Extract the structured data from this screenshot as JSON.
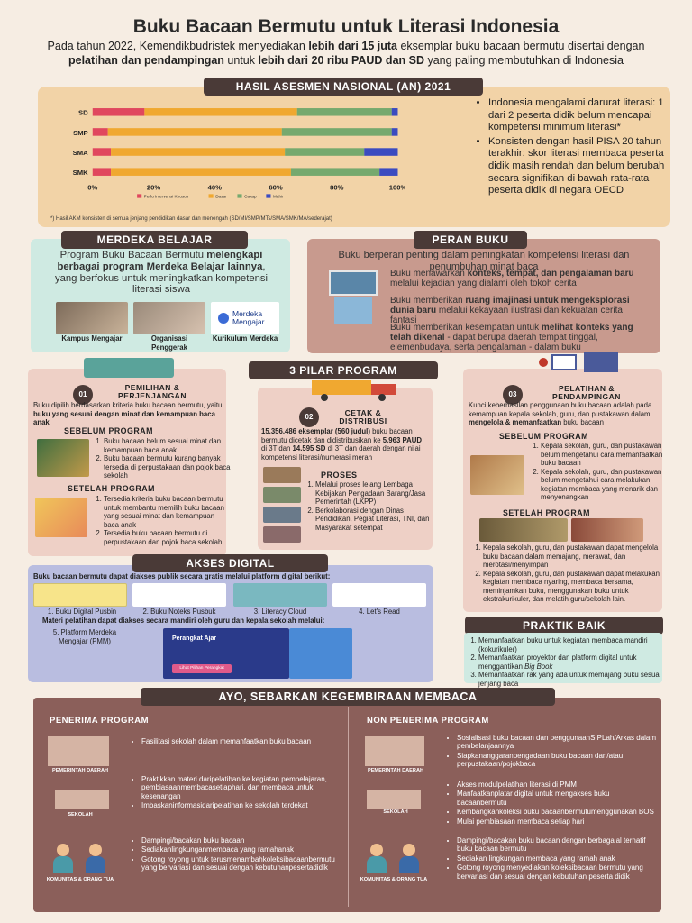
{
  "title": "Buku Bacaan Bermutu untuk Literasi Indonesia",
  "intro": {
    "p1": "Pada tahun 2022, Kemendikbudristek menyediakan ",
    "b1": "lebih dari 15 juta",
    "p2": " eksemplar buku bacaan bermutu disertai dengan ",
    "b2": "pelatihan dan pendampingan",
    "p3": " untuk ",
    "b3": "lebih dari 20 ribu PAUD dan SD",
    "p4": " yang paling membutuhkan di Indonesia"
  },
  "an": {
    "header": "HASIL ASESMEN NASIONAL (AN)  2021",
    "bullets": [
      "Indonesia mengalami darurat literasi: 1 dari 2 peserta didik belum mencapai kompetensi minimum literasi*",
      "Konsisten dengan hasil PISA 20 tahun terakhir: skor literasi membaca peserta didik masih rendah dan belum berubah secara signifikan di bawah rata-rata peserta didik di negara OECD"
    ],
    "footnote": "*) Hasil AKM konsisten di semua jenjang pendidikan dasar dan menengah (SD/MI/SMP/MTs/SMA/SMK/MA/sederajat)"
  },
  "chart_data": {
    "type": "bar",
    "orientation": "horizontal",
    "stacked": true,
    "categories": [
      "SD",
      "SMP",
      "SMA",
      "SMK"
    ],
    "series": [
      {
        "name": "Perlu Intervensi Khusus",
        "color": "#e0475e",
        "values": [
          17,
          5,
          6,
          6
        ]
      },
      {
        "name": "Dasar",
        "color": "#f0a830",
        "values": [
          50,
          57,
          57,
          59
        ]
      },
      {
        "name": "Cakap",
        "color": "#76a96e",
        "values": [
          31,
          36,
          26,
          29
        ]
      },
      {
        "name": "Mahir",
        "color": "#3b4bc0",
        "values": [
          2,
          2,
          11,
          6
        ]
      }
    ],
    "xticks": [
      "0%",
      "20%",
      "40%",
      "60%",
      "80%",
      "100%"
    ],
    "xlim": [
      0,
      100
    ]
  },
  "merdeka": {
    "header": "MERDEKA BELAJAR",
    "t1": "Program Buku Bacaan Bermutu ",
    "b1": "melengkapi berbagai program Merdeka Belajar lainnya",
    "t2": ", yang berfokus untuk meningkatkan kompetensi literasi siswa",
    "captions": [
      "Kampus Mengajar",
      "Organisasi Penggerak",
      "Kurikulum Merdeka"
    ],
    "logo_text": "Merdeka Mengajar"
  },
  "peran": {
    "header": "PERAN BUKU",
    "lead": "Buku berperan penting dalam peningkatan kompetensi literasi dan penumbuhan minat baca",
    "i1a": "Buku menawarkan ",
    "i1b": "konteks, tempat, dan pengalaman baru",
    "i1c": " melalui kejadian yang dialami oleh tokoh cerita",
    "i2a": "Buku memberikan ",
    "i2b": "ruang imajinasi untuk mengeksplorasi dunia baru",
    "i2c": " melalui kekayaan ilustrasi dan kekuatan cerita fantasi",
    "i3a": "Buku memberikan kesempatan untuk ",
    "i3b": "melihat konteks yang telah dikenal",
    "i3c": " - dapat berupa daerah tempat tinggal, elemenbudaya, serta pengalaman - dalam buku"
  },
  "pilar": {
    "header": "3 PILAR PROGRAM",
    "p1": {
      "num": "01",
      "title": "PEMILIHAN & PERJENJANGAN",
      "desc_a": "Buku dipilih berdasarkan kriteria buku bacaan bermutu, yaitu ",
      "desc_b": "buku yang sesuai dengan minat dan kemampuan baca anak",
      "sebelum": "SEBELUM PROGRAM",
      "sebelum_items": [
        "Buku bacaan belum sesuai minat dan kemampuan baca anak",
        "Buku bacaan bermutu kurang banyak tersedia di perpustakaan dan pojok baca sekolah"
      ],
      "setelah": "SETELAH PROGRAM",
      "setelah_items": [
        "Tersedia kriteria buku bacaan bermutu untuk membantu memilih buku bacaan yang sesuai minat dan kemampuan baca anak",
        "Tersedia buku bacaan bermutu di perpustakaan dan pojok baca sekolah"
      ]
    },
    "p2": {
      "num": "02",
      "title": "CETAK & DISTRIBUSI",
      "desc_a": "15.356.486 eksemplar (560 judul)",
      "desc_b": " buku bacaan bermutu dicetak dan didistribusikan ke ",
      "desc_c": "5.963 PAUD",
      "desc_d": " di 3T dan ",
      "desc_e": "14.595 SD",
      "desc_f": " di 3T dan daerah dengan nilai kompetensi literasi/numerasi merah",
      "proses": "PROSES",
      "proses_items": [
        "Melalui proses lelang Lembaga Kebijakan Pengadaan Barang/Jasa Pemerintah (LKPP)",
        "Berkolaborasi dengan Dinas Pendidikan, Pegiat Literasi, TNI, dan Masyarakat setempat"
      ]
    },
    "p3": {
      "num": "03",
      "title": "PELATIHAN & PENDAMPINGAN",
      "desc_a": "Kunci keberhasilan penggunaan buku bacaan adalah pada kemampuan kepala sekolah, guru, dan pustakawan dalam ",
      "desc_b": "mengelola & memanfaatkan",
      "desc_c": " buku bacaan",
      "sebelum": "SEBELUM PROGRAM",
      "sebelum_items": [
        "Kepala sekolah, guru, dan pustakawan belum mengetahui cara memanfaatkan buku bacaan",
        "Kepala sekolah, guru, dan pustakawan belum mengetahui cara melakukan kegiatan membaca yang menarik dan menyenangkan"
      ],
      "setelah": "SETELAH PROGRAM",
      "setelah_items": [
        "Kepala sekolah, guru, dan pustakawan dapat mengelola buku bacaan dalam memajang, merawat, dan merotasi/menyimpan",
        "Kepala sekolah, guru, dan pustakawan dapat melakukan kegiatan membaca nyaring, membaca bersama, meminjamkan buku, menggunakan buku untuk ekstrakurikuler, dan melatih guru/sekolah lain."
      ]
    }
  },
  "digital": {
    "header": "AKSES DIGITAL",
    "lead": "Buku bacaan bermutu dapat diakses publik secara gratis melalui platform digital berikut:",
    "platforms": [
      "1. Buku Digital Pusbin",
      "2. Buku Noteks Pusbuk",
      "3. Literacy Cloud",
      "4. Let's Read"
    ],
    "lead2": "Materi pelatihan dapat diakses secara mandiri oleh guru dan kepala sekolah melalui:",
    "pmm": "5. Platform Merdeka Mengajar (PMM)",
    "pa_title": "Perangkat Ajar",
    "pa_btn": "Lihat Pilihan Perangkat"
  },
  "praktik": {
    "header": "PRAKTIK BAIK",
    "items_a": [
      "Memanfaatkan buku untuk kegiatan membaca mandiri (kokurikuler)",
      "Memanfaatkan proyektor dan platform digital untuk menggantikan "
    ],
    "item2_em": "Big Book",
    "item3": "Memanfaatkan rak yang ada untuk memajang buku sesuai jenjang baca"
  },
  "ayo": {
    "header": "AYO, SEBARKAN KEGEMBIRAAN MEMBACA",
    "penerima": {
      "header": "PENERIMA PROGRAM",
      "pemda": [
        "Fasilitasi sekolah dalam memanfaatkan buku bacaan"
      ],
      "sekolah": [
        "Praktikkan materi daripelatihan ke kegiatan pembelajaran, pembiasaanmembacasetiaphari, dan membaca untuk kesenangan",
        "Imbaskaninformasidaripelatihan ke sekolah terdekat"
      ],
      "komunitas": [
        "Dampingi/bacakan buku bacaan",
        "Sediakanlingkunganmembaca yang ramahanak",
        "Gotong royong untuk terusmenambahkoleksibacaanbermutu yang bervariasi dan sesuai dengan kebutuhanpesertadidik"
      ]
    },
    "non": {
      "header": "NON PENERIMA PROGRAM",
      "pemda": [
        "Sosialisasi buku bacaan dan penggunaanSIPLah/Arkas dalam pembelanjaannya",
        "Siapkananggaranpengadaan buku bacaan dan/atau perpustakaan/pojokbaca"
      ],
      "sekolah": [
        "Akses modulpelatihan literasi di PMM",
        "Manfaatkanplatar digital untuk mengakses buku bacaanbermutu",
        "Kembangkankoleksi buku bacaanbermutumenggunakan BOS",
        "Mulai pembiasaan membaca setiap hari"
      ],
      "komunitas": [
        "Dampingi/bacakan buku bacaan dengan berbagaial ternatif buku bacaan bermutu",
        "Sediakan lingkungan membaca yang ramah anak",
        "Gotong royong menyediakan koleksibacaan bermutu yang bervariasi dan sesuai dengan kebutuhan peserta didik"
      ]
    },
    "labels": {
      "pemda": "PEMERINTAH DAERAH",
      "sekolah": "SEKOLAH",
      "komunitas": "KOMUNITAS & ORANG TUA"
    }
  }
}
